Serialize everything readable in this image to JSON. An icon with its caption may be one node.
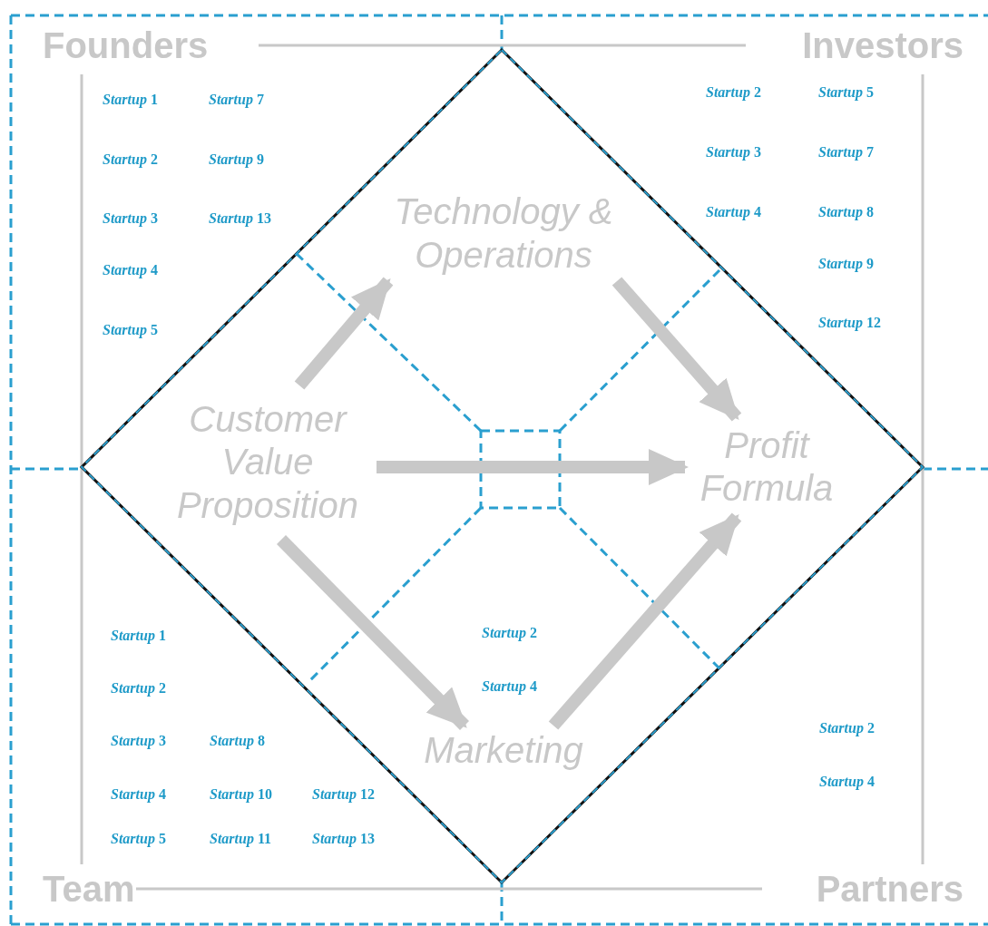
{
  "diagram": {
    "nodes": [
      {
        "text": [
          "Founders"
        ]
      },
      {
        "text": [
          "Investors"
        ]
      },
      {
        "text": [
          "Team"
        ]
      },
      {
        "text": [
          "Partners"
        ]
      },
      {
        "text": [
          "Technology & Operations"
        ]
      },
      {
        "text": [
          "Customer Value Proposition"
        ]
      },
      {
        "text": [
          "Profit Formula"
        ]
      },
      {
        "text": [
          "Marketing"
        ]
      }
    ],
    "edges": [
      {
        "from": 5,
        "to": 4,
        "arrow": "to"
      },
      {
        "from": 4,
        "to": 6,
        "arrow": "to"
      },
      {
        "from": 5,
        "to": 6,
        "arrow": "to"
      },
      {
        "from": 5,
        "to": 7,
        "arrow": "to"
      },
      {
        "from": 7,
        "to": 6,
        "arrow": "to"
      }
    ],
    "labels": [
      "*Startup* 1",
      "*Startup* 7",
      "*Startup* 2",
      "*Startup* 9",
      "*Startup* 3",
      "*Startup* 13",
      "*Startup* 4",
      "*Startup* 5",
      "*Startup* 2",
      "*Startup* 5",
      "*Startup* 3",
      "*Startup* 7",
      "*Startup* 4",
      "*Startup* 8",
      "*Startup* 9",
      "*Startup* 12",
      "*Startup* 1",
      "*Startup* 2",
      "*Startup* 3",
      "*Startup* 8",
      "*Startup* 4",
      "*Startup* 10",
      "*Startup* 12",
      "*Startup* 5",
      "*Startup* 11",
      "*Startup* 13",
      "*Startup* 2",
      "*Startup* 4",
      "*Startup* 2",
      "*Startup* 4"
    ]
  }
}
